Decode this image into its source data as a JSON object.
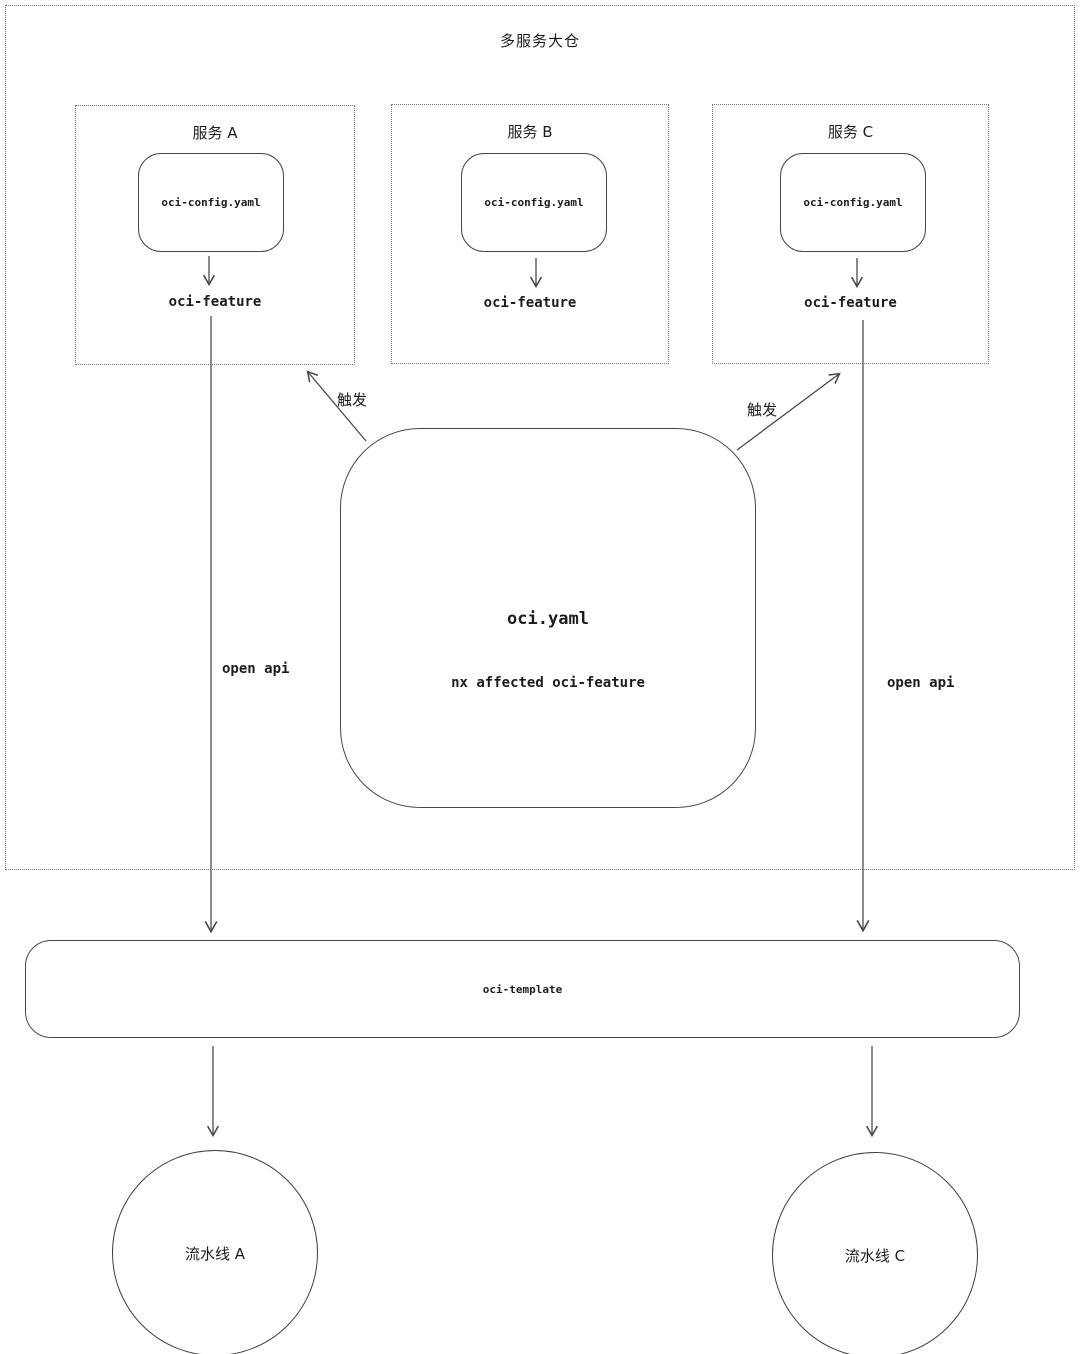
{
  "diagram": {
    "title": "多服务大仓",
    "services": [
      {
        "name": "服务 A",
        "config_file": "oci-config.yaml",
        "feature": "oci-feature"
      },
      {
        "name": "服务 B",
        "config_file": "oci-config.yaml",
        "feature": "oci-feature"
      },
      {
        "name": "服务 C",
        "config_file": "oci-config.yaml",
        "feature": "oci-feature"
      }
    ],
    "center_node": {
      "title": "oci.yaml",
      "subtitle": "nx affected oci-feature"
    },
    "edge_labels": {
      "trigger_a": "触发",
      "trigger_c": "触发",
      "open_api_a": "open api",
      "open_api_c": "open api"
    },
    "template_node": {
      "label": "oci-template"
    },
    "pipelines": [
      {
        "name": "流水线 A"
      },
      {
        "name": "流水线 C"
      }
    ],
    "colors": {
      "stroke": "#4a4a4a",
      "border_dark": "#474747",
      "border_dotted": "#767676",
      "background": "#ffffff"
    }
  }
}
